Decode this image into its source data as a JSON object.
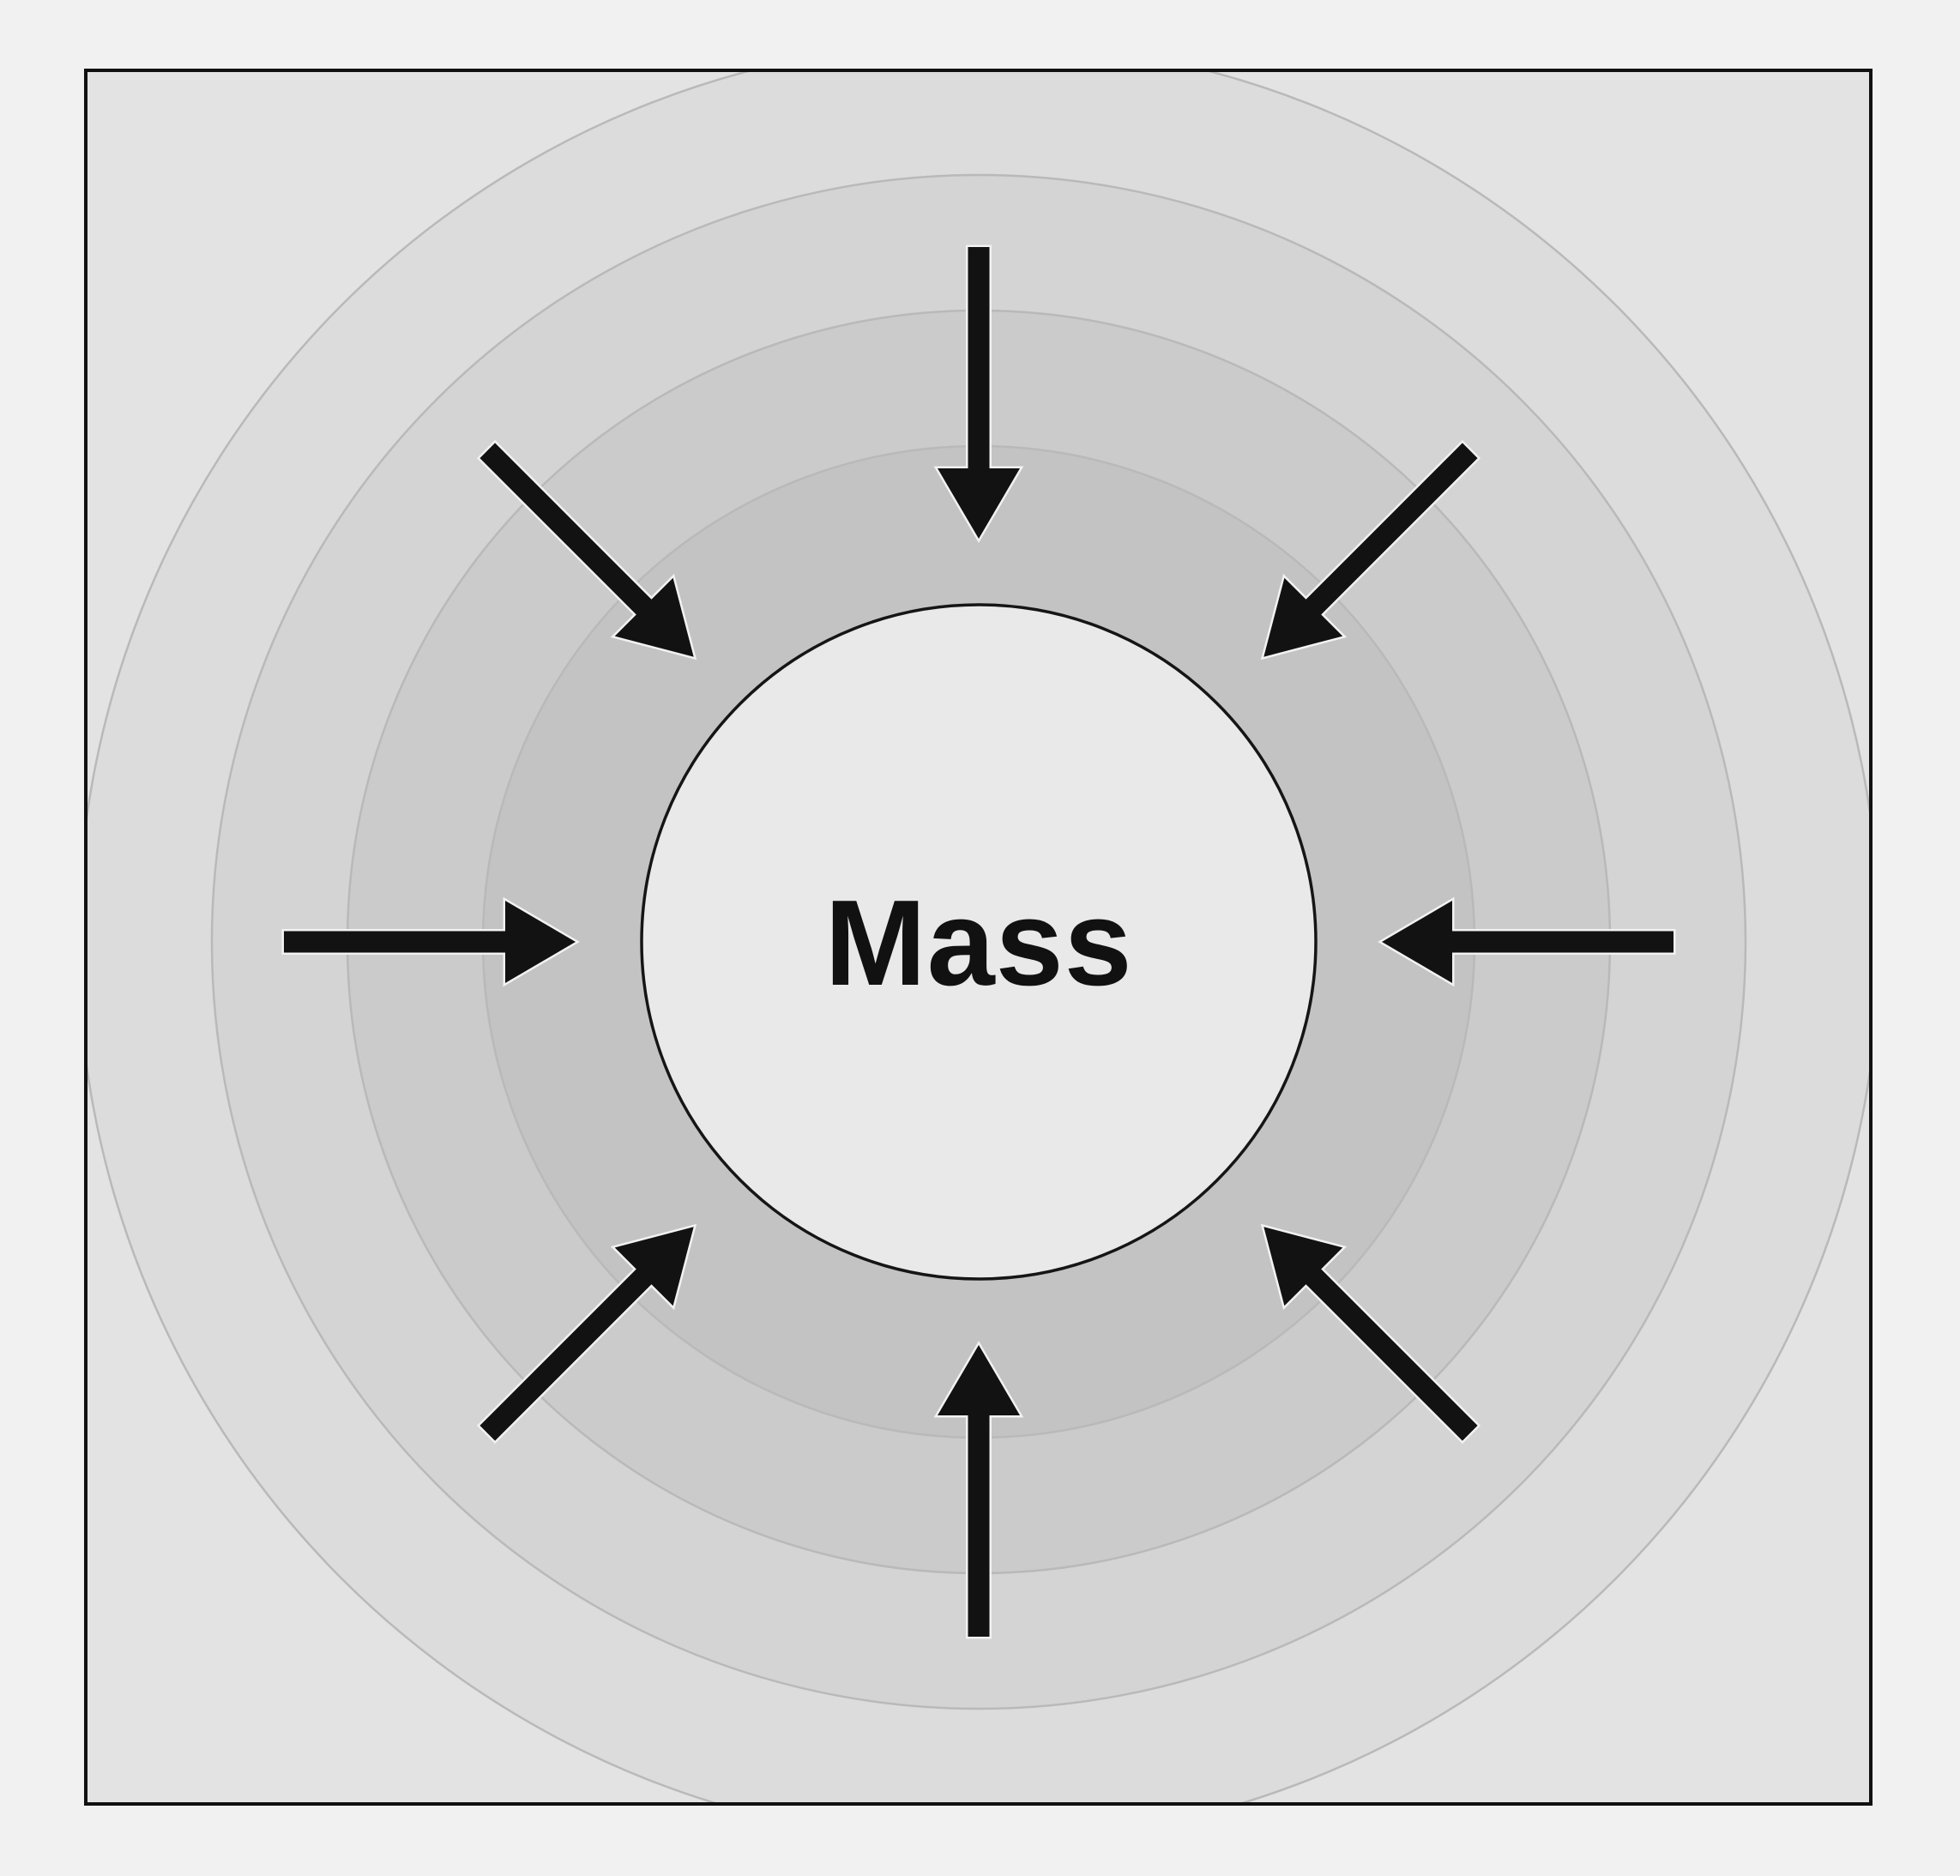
{
  "diagram": {
    "center_label": "Mass",
    "arrows": [
      {
        "name": "arrow-from-top",
        "position_angle_deg": 270
      },
      {
        "name": "arrow-from-top-right",
        "position_angle_deg": 315
      },
      {
        "name": "arrow-from-right",
        "position_angle_deg": 0
      },
      {
        "name": "arrow-from-bottom-right",
        "position_angle_deg": 45
      },
      {
        "name": "arrow-from-bottom",
        "position_angle_deg": 90
      },
      {
        "name": "arrow-from-bottom-left",
        "position_angle_deg": 135
      },
      {
        "name": "arrow-from-left",
        "position_angle_deg": 180
      },
      {
        "name": "arrow-from-top-left",
        "position_angle_deg": 225
      }
    ],
    "field_ring_radii": [
      1050,
      894,
      736,
      578
    ],
    "mass_circle_radius": 393,
    "colors": {
      "page_background": "#f1f1f1",
      "frame_border": "#111111",
      "zone_fills": [
        "#e3e3e3",
        "#dcdcdc",
        "#d4d4d4",
        "#cbcbcb",
        "#c3c3c3"
      ],
      "ring_stroke": "#b9b9b9",
      "arrow": "#121212",
      "arrow_outline": "#f2f2f2",
      "mass_fill": "#e9e9e9",
      "mass_stroke": "#151515",
      "label_color": "#111111"
    }
  }
}
